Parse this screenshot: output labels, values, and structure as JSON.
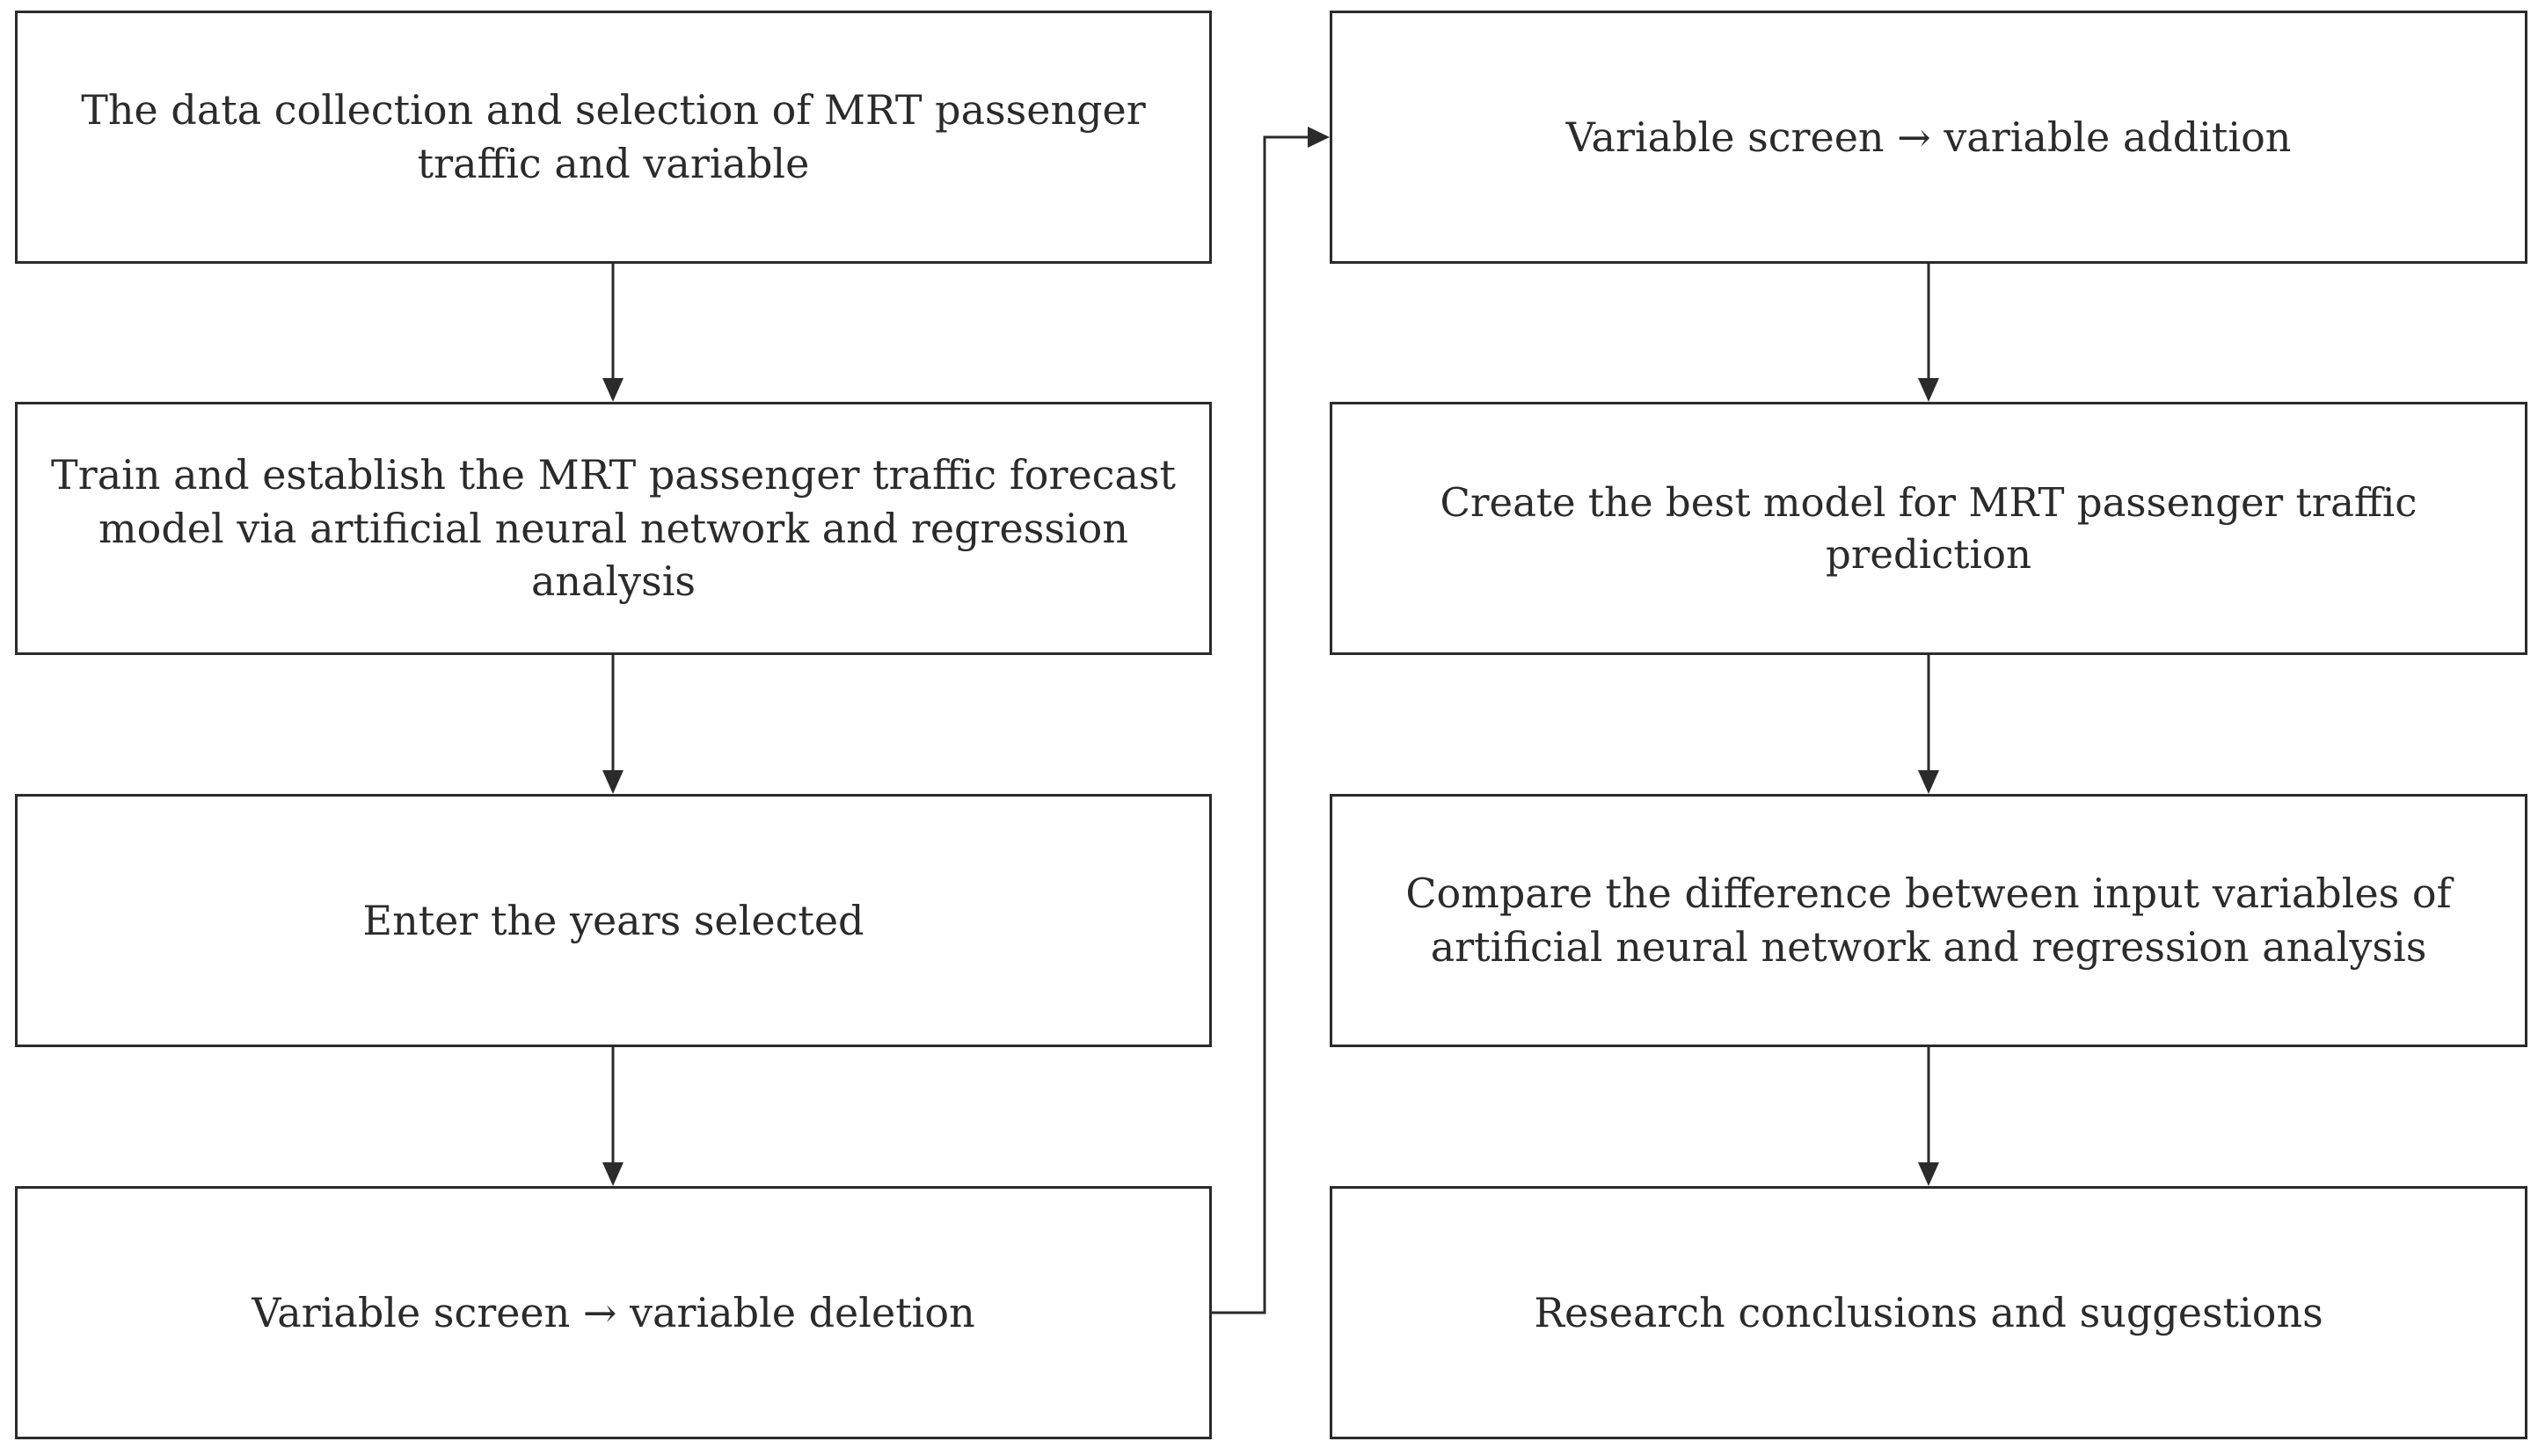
{
  "diagram": {
    "type": "flowchart",
    "colors": {
      "stroke": "#2b2b2b",
      "background": "#ffffff"
    },
    "left_column": [
      {
        "id": "step-1",
        "text": "The data collection and selection of MRT passenger traffic and variable"
      },
      {
        "id": "step-2",
        "text": "Train and establish the MRT passenger traffic forecast model via artificial neural network and regression analysis"
      },
      {
        "id": "step-3",
        "text": "Enter the years selected"
      },
      {
        "id": "step-4",
        "text": "Variable screen → variable deletion"
      }
    ],
    "right_column": [
      {
        "id": "step-5",
        "text": "Variable screen → variable addition"
      },
      {
        "id": "step-6",
        "text": "Create the best model for MRT passenger traffic prediction"
      },
      {
        "id": "step-7",
        "text": "Compare the difference between input variables of artificial neural network and regression analysis"
      },
      {
        "id": "step-8",
        "text": "Research conclusions and suggestions"
      }
    ],
    "edges": [
      {
        "from": "step-1",
        "to": "step-2"
      },
      {
        "from": "step-2",
        "to": "step-3"
      },
      {
        "from": "step-3",
        "to": "step-4"
      },
      {
        "from": "step-4",
        "to": "step-5"
      },
      {
        "from": "step-5",
        "to": "step-6"
      },
      {
        "from": "step-6",
        "to": "step-7"
      },
      {
        "from": "step-7",
        "to": "step-8"
      }
    ]
  }
}
